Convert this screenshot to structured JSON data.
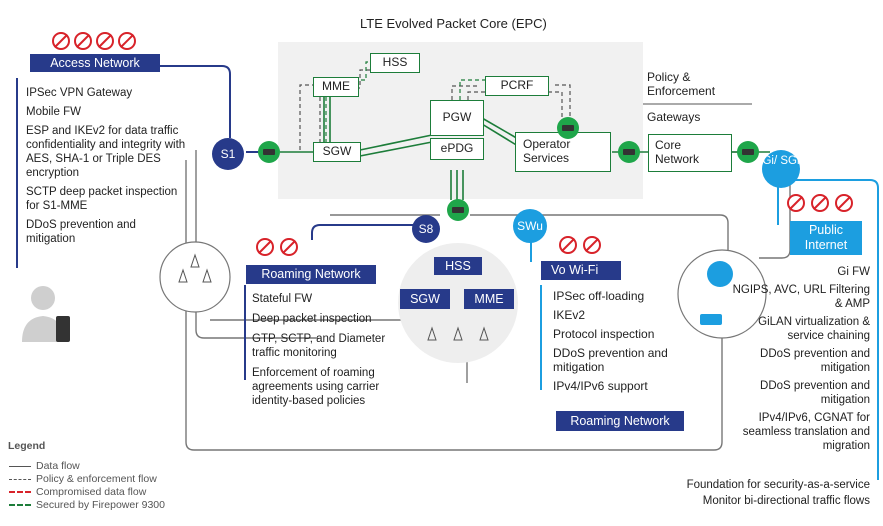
{
  "title": "LTE Evolved Packet Core (EPC)",
  "epc_nodes": {
    "hss": "HSS",
    "mme": "MME",
    "sgw": "SGW",
    "pgw": "PGW",
    "epdg": "ePDG",
    "pcrf": "PCRF",
    "operator_services": "Operator Services",
    "core_network": "Core Network"
  },
  "policy_label": "Policy & Enforcement",
  "gateways_label": "Gateways",
  "interfaces": {
    "s1": "S1",
    "s8": "S8",
    "swu": "SWu",
    "gi": "Gi/ SGi"
  },
  "access_network": {
    "title": "Access Network",
    "items": [
      "IPSec VPN Gateway",
      "Mobile FW",
      "ESP and IKEv2 for data traffic confidentiality and integrity with AES, SHA-1 or Triple DES encryption",
      "SCTP deep packet inspection for S1-MME",
      "DDoS prevention and mitigation"
    ]
  },
  "roaming_network": {
    "title": "Roaming Network",
    "items": [
      "Stateful FW",
      "Deep packet inspection",
      "GTP, SCTP, and Diameter traffic monitoring",
      "Enforcement of roaming agreements using carrier identity-based policies"
    ]
  },
  "roaming_cluster": {
    "hss": "HSS",
    "sgw": "SGW",
    "mme": "MME"
  },
  "vo_wifi": {
    "title": "Vo Wi-Fi",
    "items": [
      "IPSec off-loading",
      "IKEv2",
      "Protocol inspection",
      "DDoS prevention and mitigation",
      "IPv4/IPv6 support"
    ]
  },
  "roaming_network_2": "Roaming Network",
  "public_internet": {
    "title": "Public Internet",
    "items": [
      "Gi FW",
      "NGIPS, AVC, URL Filtering & AMP",
      "GiLAN virtualization & service chaining",
      "DDoS prevention and mitigation",
      "DDoS prevention and mitigation",
      "IPv4/IPv6, CGNAT for seamless translation and migration",
      "Foundation for security-as-a-service",
      "Monitor bi-directional traffic flows"
    ]
  },
  "legend": {
    "title": "Legend",
    "items": [
      "Data flow",
      "Policy & enforcement flow",
      "Compromised data flow",
      "Secured by Firepower 9300"
    ]
  },
  "colors": {
    "navy": "#273a8a",
    "cyan": "#1c9ee0",
    "green": "#1d7d3a",
    "firewall_green": "#1fa64a",
    "red": "#d8232a"
  }
}
